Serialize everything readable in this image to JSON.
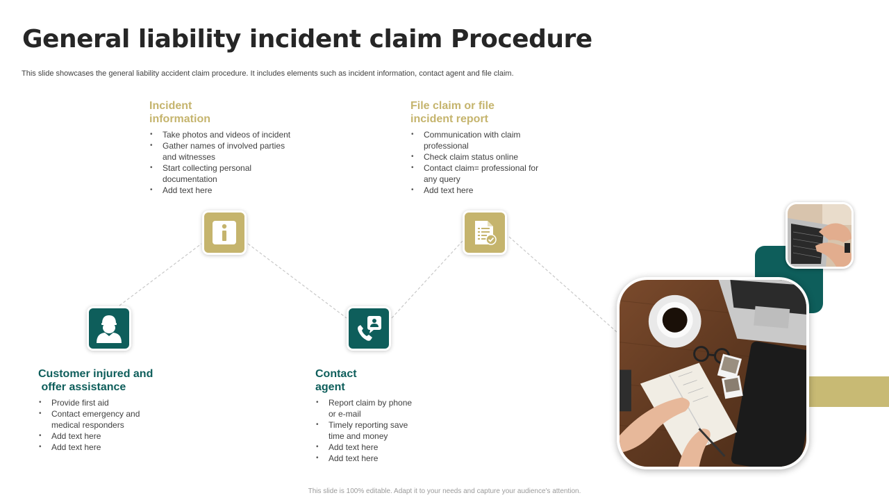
{
  "title": "General liability incident claim Procedure",
  "subtitle": "This slide showcases the general liability accident claim procedure. It includes elements such as incident information, contact agent and file claim.",
  "colors": {
    "gold": "#c5b46d",
    "teal": "#0e5e5b",
    "title": "#262626",
    "text": "#404040"
  },
  "steps": [
    {
      "title_line1": "Customer injured and",
      "title_line2": " offer assistance",
      "icon": "person-icon",
      "bullets": [
        "Provide  first aid",
        "Contact emergency and",
        "medical responders",
        "Add text here",
        "Add text here"
      ]
    },
    {
      "title_line1": "Incident",
      "title_line2": "information",
      "icon": "info-icon",
      "bullets": [
        "Take photos and videos  of incident",
        "Gather names of involved   parties",
        "and witnesses",
        "Start collecting personal",
        "documentation",
        "Add text here"
      ]
    },
    {
      "title_line1": "Contact",
      "title_line2": "agent",
      "icon": "phone-contact-icon",
      "bullets": [
        "Report claim by phone",
        "or e-mail",
        "Timely reporting save",
        "time and money",
        "Add text here",
        "Add text here"
      ]
    },
    {
      "title_line1": "File claim or file",
      "title_line2": "incident report",
      "icon": "document-check-icon",
      "bullets": [
        "Communication  with claim",
        "professional",
        "Check claim status online",
        "Contact claim= professional for",
        "any query",
        "Add text here"
      ]
    }
  ],
  "footer": "This slide is 100% editable. Adapt it to your needs and capture your audience's attention."
}
